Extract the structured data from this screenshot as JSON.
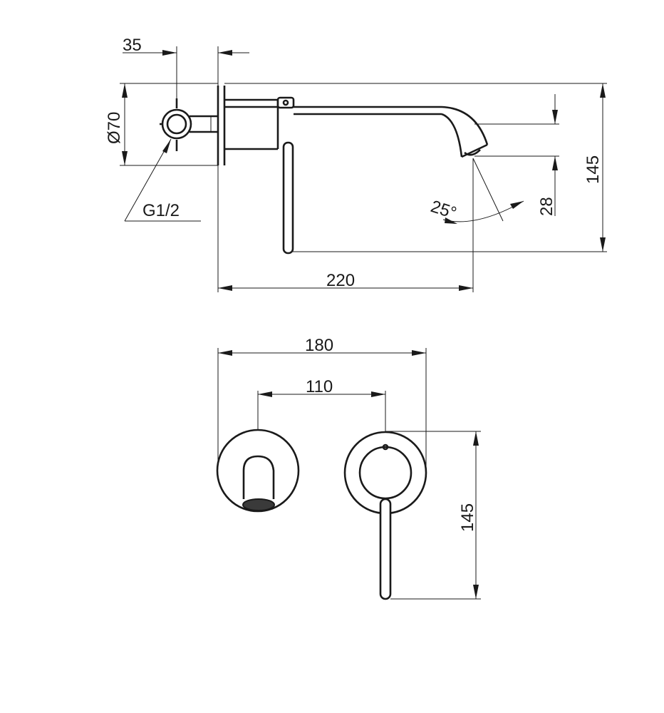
{
  "side_view": {
    "dim_handle_offset": "35",
    "dim_handle_diameter": "Ø70",
    "dim_thread": "G1/2",
    "dim_total_height": "145",
    "dim_spout_height": "28",
    "dim_spout_angle": "25°",
    "dim_spout_reach": "220"
  },
  "front_view": {
    "dim_overall_width": "180",
    "dim_center_distance": "110",
    "dim_lever_height": "145"
  },
  "colors": {
    "line": "#1a1a1a",
    "background": "#ffffff"
  }
}
